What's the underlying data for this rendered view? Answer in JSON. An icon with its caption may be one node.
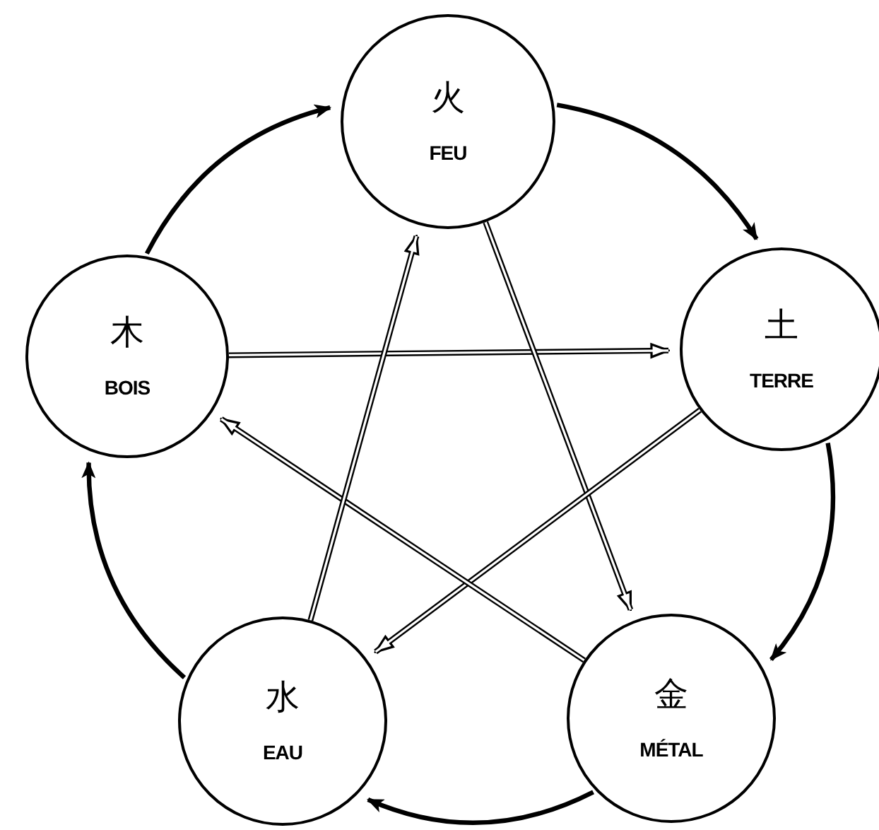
{
  "diagram": {
    "nodes": [
      {
        "text": [
          "火",
          "FEU"
        ]
      },
      {
        "text": [
          "木",
          "BOIS"
        ]
      },
      {
        "text": [
          "土",
          "TERRE"
        ]
      },
      {
        "text": [
          "水",
          "EAU"
        ]
      },
      {
        "text": [
          "金",
          "MÉTAL"
        ]
      }
    ],
    "edges": [
      {
        "from": 1,
        "to": 0,
        "arrow": "to"
      },
      {
        "from": 0,
        "to": 2,
        "arrow": "to"
      },
      {
        "from": 2,
        "to": 4,
        "arrow": "to"
      },
      {
        "from": 4,
        "to": 3,
        "arrow": "to"
      },
      {
        "from": 3,
        "to": 1,
        "arrow": "to"
      },
      {
        "from": 1,
        "to": 2,
        "arrow": "to"
      },
      {
        "from": 0,
        "to": 4,
        "arrow": "to"
      },
      {
        "from": 2,
        "to": 3,
        "arrow": "to"
      },
      {
        "from": 4,
        "to": 1,
        "arrow": "to"
      },
      {
        "from": 3,
        "to": 0,
        "arrow": "to"
      }
    ]
  }
}
